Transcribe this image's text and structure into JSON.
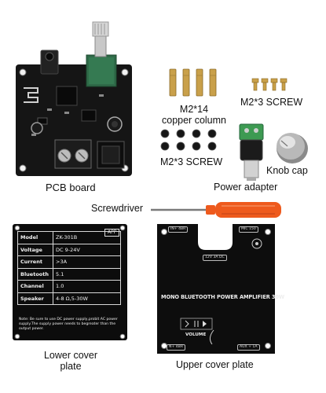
{
  "items": {
    "pcb": "PCB board",
    "column_line1": "M2*14",
    "column_line2": "copper column",
    "screw_small": "M2*3 SCREW",
    "screw_nuts": "M2*3 SCREW",
    "adapter": "Power adapter",
    "knob": "Knob cap",
    "screwdriver": "Screwdriver",
    "lower_line1": "Lower cover",
    "lower_line2": "plate",
    "upper": "Upper cover plate"
  },
  "lower_plate": {
    "app_badge": "APP",
    "rows": [
      {
        "key": "Model",
        "value": "ZK-301B"
      },
      {
        "key": "Voltage",
        "value": "DC 9-24V"
      },
      {
        "key": "Current",
        "value": ">3A"
      },
      {
        "key": "Bluetooth",
        "value": "5.1"
      },
      {
        "key": "Channel",
        "value": "1.0"
      },
      {
        "key": "Speaker",
        "value": "4-8 Ω,5-30W"
      }
    ],
    "note": "Note: Be sure to use DC power supply,probit AC power supply.The supply power needs to begreater than the output power."
  },
  "upper_plate": {
    "tag_left": "IN+ 4BR",
    "tag_right": "MIC 150",
    "tag_mid": "12V 3A DC",
    "title": "MONO BLUETOOTH POWER AMPLIFIER 30W",
    "volume": "VOLUME",
    "tag_bottom_left": "N+ 4BR",
    "tag_bottom_right": "AUX + 1A"
  },
  "colors": {
    "board": "#151515",
    "pcb_green": "#2f6a48",
    "brass": "#c9a04a",
    "screwdriver_handle": "#ee5a1d",
    "adapter_green": "#3d9a52"
  }
}
